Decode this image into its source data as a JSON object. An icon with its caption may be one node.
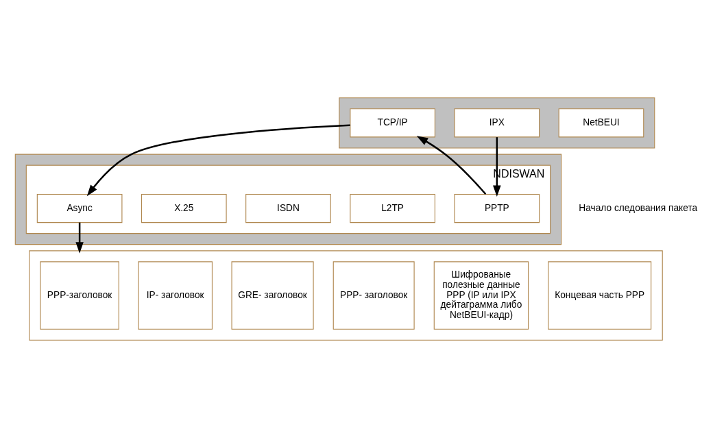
{
  "diagram": {
    "nodes": [
      {
        "text": [],
        "shape": "box"
      },
      {
        "text": [
          "TCP/IP"
        ],
        "in": 0
      },
      {
        "text": [
          "IPX"
        ],
        "in": 0
      },
      {
        "text": [
          "NetBEUI"
        ],
        "in": 0
      },
      {
        "text": [],
        "shape": "box"
      },
      {
        "text": [
          "NDISWAN"
        ],
        "in": 4
      },
      {
        "text": [
          "L2TP"
        ],
        "in": 5
      },
      {
        "text": [
          "PPTP"
        ],
        "in": 5
      },
      {
        "text": [
          "Async"
        ],
        "in": 5
      },
      {
        "text": [
          "X.25"
        ],
        "in": 5
      },
      {
        "text": [
          "ISDN"
        ],
        "in": 5
      },
      {
        "text": [],
        "shape": "box"
      },
      {
        "text": [
          "PPP-заголовок"
        ],
        "in": 11
      },
      {
        "text": [
          "IP- заголовок"
        ],
        "in": 11
      },
      {
        "text": [
          "GRE- заголовок"
        ],
        "in": 11
      },
      {
        "text": [
          "PPP- заголовок"
        ],
        "in": 11
      },
      {
        "text": [
          "Шифрованые полезные данные PPP (IP или IPX дейтаграмма либо NetBEUI-кадр)"
        ],
        "in": 11
      },
      {
        "text": [
          "Концевая часть PPP"
        ],
        "in": 11
      }
    ],
    "edges": [
      {
        "from": 7,
        "to": 1,
        "arrow": "to"
      },
      {
        "from": 1,
        "to": 8,
        "arrow": "to"
      },
      {
        "from": 2,
        "to": 7,
        "arrow": "to"
      },
      {
        "from": 8,
        "to": 11,
        "arrow": "to"
      }
    ],
    "labels": [
      "Начало следования пакета"
    ]
  }
}
